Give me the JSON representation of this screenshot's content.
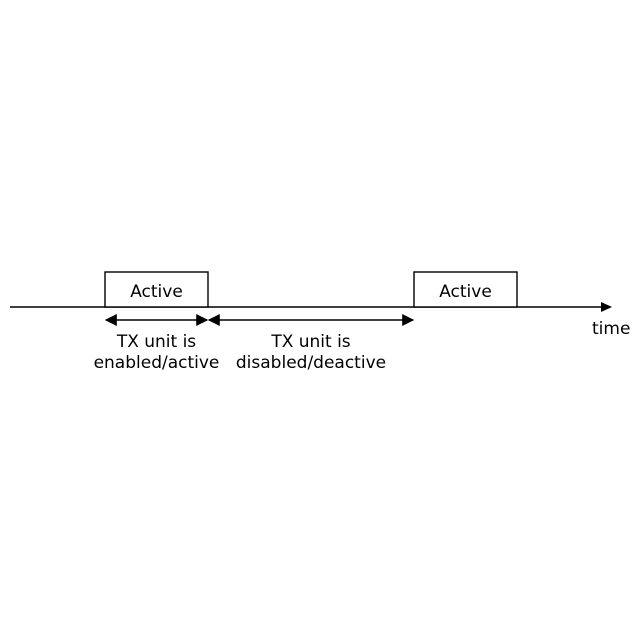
{
  "diagram": {
    "line_color": "#000000",
    "background_color": "#ffffff",
    "boxes": [
      {
        "label": "Active"
      },
      {
        "label": "Active"
      }
    ],
    "spans": [
      {
        "line1": "TX unit is",
        "line2": "enabled/active"
      },
      {
        "line1": "TX unit is",
        "line2": "disabled/deactive"
      }
    ],
    "axis": {
      "label": "time"
    }
  }
}
